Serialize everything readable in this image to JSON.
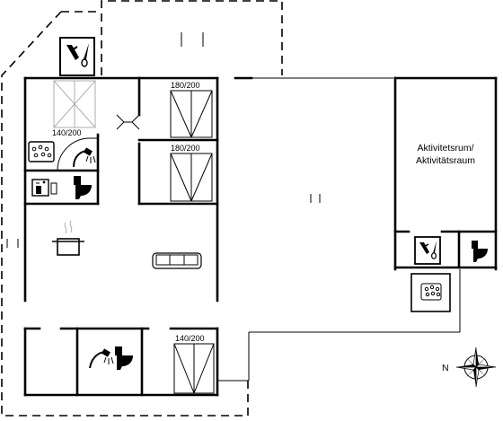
{
  "labels": {
    "bed_upper_left": "140/200",
    "bed_upper_1": "180/200",
    "bed_upper_2": "180/200",
    "bed_lower": "140/200",
    "activity_room_line1": "Aktivitetsrum/",
    "activity_room_line2": "Aktivitätsraum",
    "compass_north": "N"
  },
  "icons": {
    "washing_machine": "washing-machine-icon",
    "whirlpool": "whirlpool-icon",
    "shower": "shower-icon",
    "toilet": "toilet-icon",
    "sauna": "sauna-icon",
    "cooking_pot": "cooking-pot-icon",
    "sofa": "sofa-icon",
    "compass": "compass-rose-icon"
  }
}
